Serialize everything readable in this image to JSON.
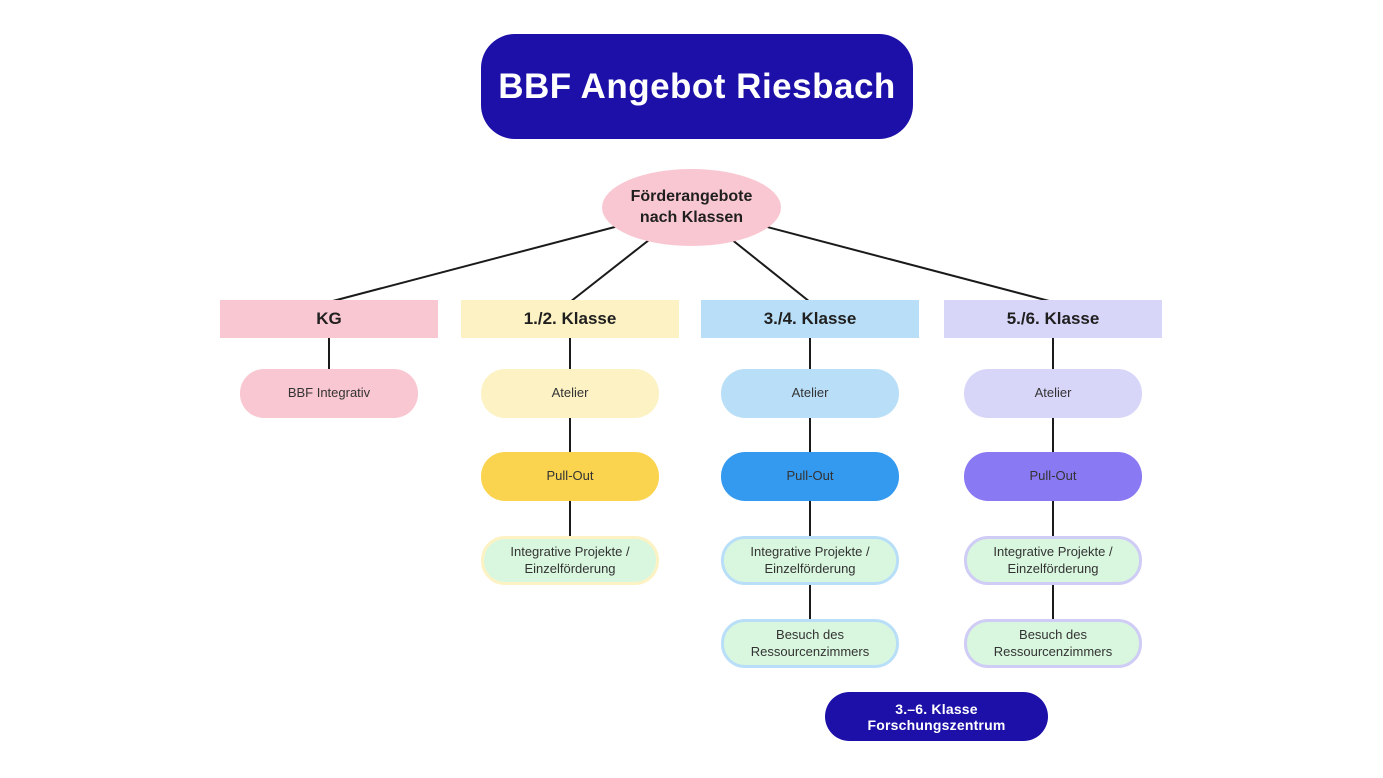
{
  "title": "BBF Angebot Riesbach",
  "root_node": {
    "label": "Förderangebote nach Klassen"
  },
  "columns": [
    {
      "header": "KG",
      "theme": "pink",
      "items": [
        {
          "label": "BBF Integrativ",
          "variant": "pink"
        }
      ]
    },
    {
      "header": "1./2. Klasse",
      "theme": "pale-yellow",
      "items": [
        {
          "label": "Atelier",
          "variant": "pale-yellow"
        },
        {
          "label": "Pull-Out",
          "variant": "gold"
        },
        {
          "label": "Integrative Projekte / Einzelförderung",
          "variant": "mint-yellow-border"
        }
      ]
    },
    {
      "header": "3./4. Klasse",
      "theme": "light-blue",
      "items": [
        {
          "label": "Atelier",
          "variant": "light-blue"
        },
        {
          "label": "Pull-Out",
          "variant": "bright-blue"
        },
        {
          "label": "Integrative Projekte / Einzelförderung",
          "variant": "mint-blue-border"
        },
        {
          "label": "Besuch des Ressourcenzimmers",
          "variant": "mint-blue-border"
        }
      ]
    },
    {
      "header": "5./6. Klasse",
      "theme": "lavender",
      "items": [
        {
          "label": "Atelier",
          "variant": "lavender"
        },
        {
          "label": "Pull-Out",
          "variant": "purple"
        },
        {
          "label": "Integrative Projekte / Einzelförderung",
          "variant": "mint-lavender-border"
        },
        {
          "label": "Besuch des Ressourcenzimmers",
          "variant": "mint-lavender-border"
        }
      ]
    }
  ],
  "footer_badge": "3.–6. Klasse Forschungszentrum",
  "colors": {
    "dark_blue": "#1d10a8",
    "pink": "#f9c7d1",
    "pale_yellow": "#fcf2c4",
    "gold": "#fbd44f",
    "light_blue": "#b9dff8",
    "bright_blue": "#349aef",
    "lavender": "#d8d6f8",
    "purple": "#8979f3",
    "mint_green": "#d9f7df",
    "connector_line": "#1a1a1a",
    "text_dark": "#1f1f1f",
    "text_light": "#ffffff"
  }
}
